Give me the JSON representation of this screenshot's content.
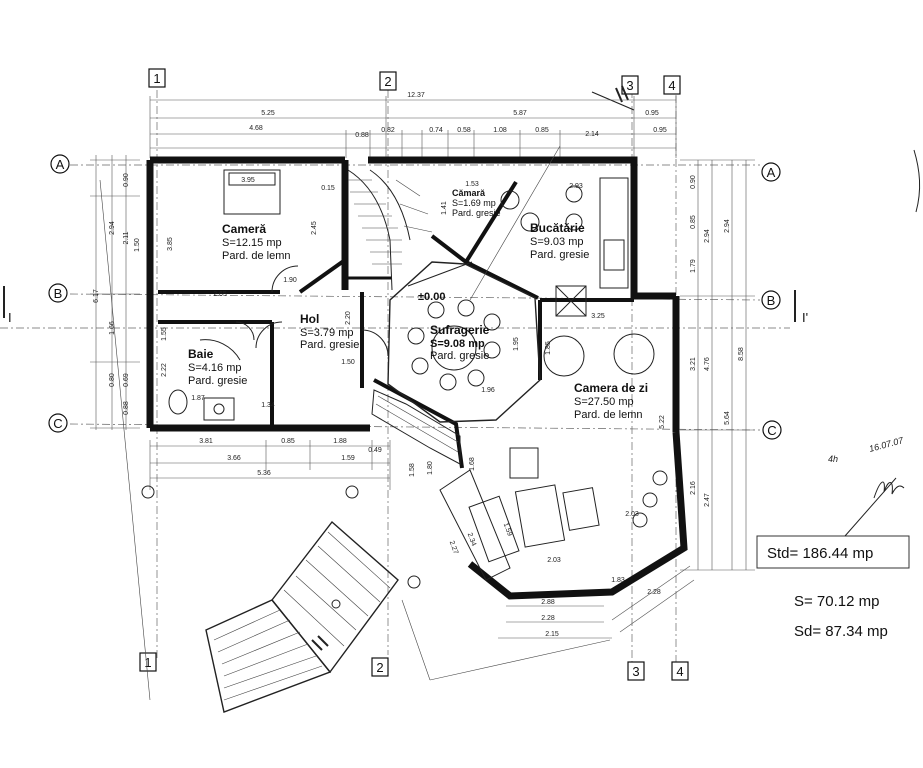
{
  "grid": {
    "columns": [
      "1",
      "2",
      "3",
      "4"
    ],
    "rows": [
      "A",
      "B",
      "C"
    ]
  },
  "section": {
    "left": "I",
    "right": "I'"
  },
  "rooms": [
    {
      "name": "Cameră",
      "area": "S=12.15 mp",
      "floor": "Pard. de lemn"
    },
    {
      "name": "Baie",
      "area": "S=4.16 mp",
      "floor": "Pard. gresie"
    },
    {
      "name": "Hol",
      "area": "S=3.79 mp",
      "floor": "Pard. gresie"
    },
    {
      "name": "Cămară",
      "area": "S=1.69 mp",
      "floor": "Pard. gresie"
    },
    {
      "name": "Bucătărie",
      "area": "S=9.03 mp",
      "floor": "Pard. gresie"
    },
    {
      "name": "Sufragerie",
      "area": "S=9.08 mp",
      "floor": "Pard. gresie"
    },
    {
      "name": "Camera de zi",
      "area": "S=27.50 mp",
      "floor": "Pard. de lemn"
    }
  ],
  "level_mark": "±0.00",
  "dimensions": {
    "top_total": "12.37",
    "top_row1": [
      "5.25",
      "5.87",
      "0.95"
    ],
    "top_row2": [
      "4.68",
      "0.88",
      "0.82",
      "0.74",
      "0.58",
      "1.08",
      "0.85",
      "2.14",
      "0.95"
    ],
    "left": [
      "0.90",
      "2.94",
      "2.11",
      "1.50",
      "6.17",
      "1.66",
      "0.69",
      "0.80",
      "0.88"
    ],
    "right": [
      "0.90",
      "0.85",
      "2.94",
      "2.94",
      "8.58",
      "1.79",
      "3.21",
      "5.64",
      "4.76",
      "5.22"
    ],
    "bottom": [
      "3.81",
      "0.85",
      "1.88",
      "0.49",
      "3.66",
      "1.59",
      "5.36"
    ],
    "bay": [
      "2.03",
      "2.88",
      "2.28",
      "2.15",
      "1.83",
      "2.28",
      "2.16",
      "2.47",
      "2.34",
      "2.27",
      "1.59",
      "2.03"
    ],
    "interior": [
      "3.95",
      "0.15",
      "2.45",
      "3.85",
      "2.65",
      "1.34",
      "1.87",
      "1.55",
      "2.22",
      "2.20",
      "1.50",
      "1.90",
      "1.85",
      "2.93",
      "3.25",
      "1.41",
      "1.53",
      "1.96",
      "1.95",
      "1.68",
      "1.58",
      "1.80"
    ]
  },
  "totals": {
    "std": "Std=  186.44 mp",
    "s": "S=  70.12 mp",
    "sd": "Sd=  87.34 mp"
  },
  "annotations": {
    "date": "16.07.07",
    "note": "4h"
  }
}
